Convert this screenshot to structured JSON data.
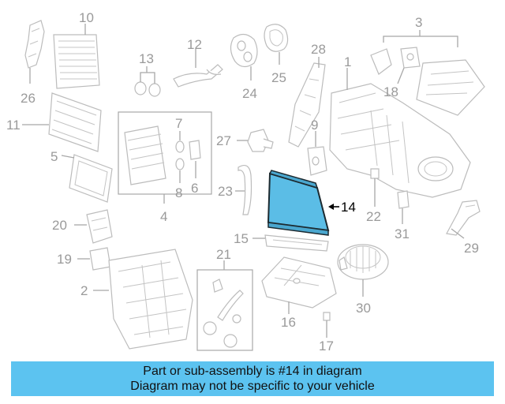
{
  "callouts": {
    "n2": "2",
    "n3": "3",
    "n4": "4",
    "n5": "5",
    "n6": "6",
    "n7": "7",
    "n8": "8",
    "n9": "9",
    "n10": "10",
    "n11": "11",
    "n12": "12",
    "n13": "13",
    "n14": "14",
    "n15": "15",
    "n16": "16",
    "n17": "17",
    "n18": "18",
    "n19": "19",
    "n20": "20",
    "n21": "21",
    "n22": "22",
    "n23": "23",
    "n24": "24",
    "n25": "25",
    "n26": "26",
    "n27": "27",
    "n28": "28",
    "n29": "29",
    "n30": "30",
    "n31": "31",
    "n1": "1"
  },
  "highlight": {
    "part": "14",
    "color": "#5bbde6"
  },
  "banner": {
    "line1": "Part or sub-assembly is #14 in diagram",
    "line2": "Diagram may not be specific to your vehicle",
    "color": "#5cc3f0"
  }
}
